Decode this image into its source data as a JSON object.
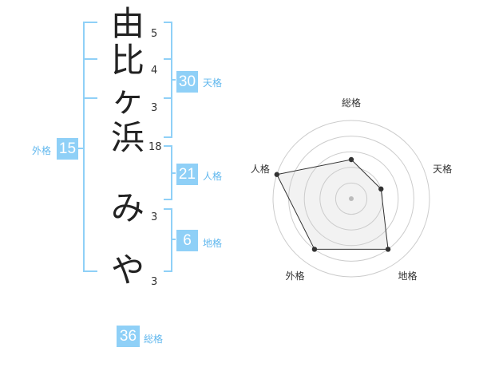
{
  "name": {
    "characters": [
      {
        "char": "由",
        "strokes": "5"
      },
      {
        "char": "比",
        "strokes": "4"
      },
      {
        "char": "ヶ",
        "strokes": "3"
      },
      {
        "char": "浜",
        "strokes": "18"
      },
      {
        "char": "み",
        "strokes": "3"
      },
      {
        "char": "や",
        "strokes": "3"
      }
    ]
  },
  "fortune": {
    "tenkaku": {
      "value": "30",
      "label": "天格"
    },
    "jinkaku": {
      "value": "21",
      "label": "人格"
    },
    "chikaku": {
      "value": "6",
      "label": "地格"
    },
    "gaikaku": {
      "value": "15",
      "label": "外格"
    },
    "soukaku": {
      "value": "36",
      "label": "総格"
    }
  },
  "radar": {
    "axes": [
      "総格",
      "天格",
      "地格",
      "外格",
      "人格"
    ],
    "scores": [
      0.5,
      0.4,
      0.8,
      0.8,
      1.0
    ],
    "rings": 4,
    "colors": {
      "ring": "#cccccc",
      "fill": "#f2f2f2",
      "line": "#333333",
      "point": "#333333",
      "center": "#bbbbbb"
    }
  }
}
